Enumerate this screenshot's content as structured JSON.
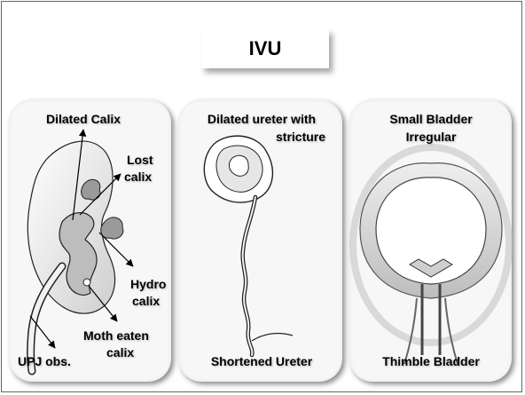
{
  "title": "IVU",
  "panels": [
    {
      "labels": {
        "dilated_calix": "Dilated Calix",
        "lost_calix_1": "Lost",
        "lost_calix_2": "calix",
        "hydro_calix_1": "Hydro",
        "hydro_calix_2": "calix",
        "moth_eaten_1": "Moth eaten",
        "moth_eaten_2": "calix",
        "upj": "UPJ obs."
      }
    },
    {
      "labels": {
        "top_1": "Dilated ureter with",
        "top_2": "stricture",
        "bottom": "Shortened Ureter"
      }
    },
    {
      "labels": {
        "top_1": "Small Bladder",
        "top_2": "Irregular",
        "bottom": "Thimble Bladder"
      }
    }
  ]
}
